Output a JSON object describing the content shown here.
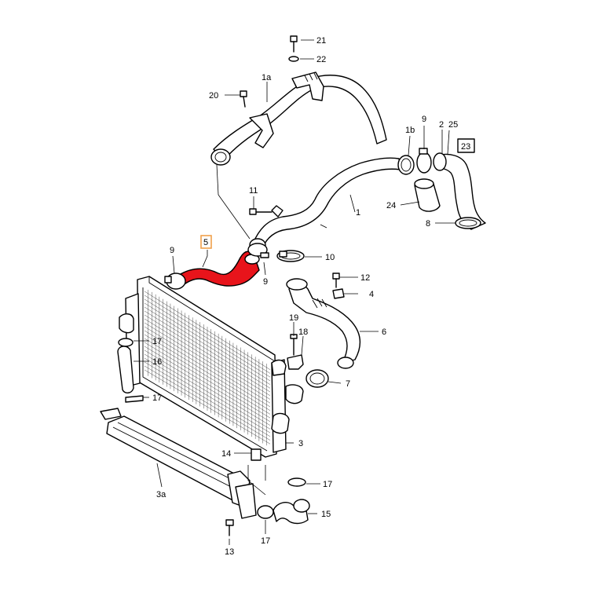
{
  "diagram": {
    "highlight_color": "#e8141b",
    "highlight_box_color": "#f0a04b",
    "callouts": [
      {
        "id": "c21",
        "text": "21"
      },
      {
        "id": "c22",
        "text": "22"
      },
      {
        "id": "c1a",
        "text": "1a"
      },
      {
        "id": "c20",
        "text": "20"
      },
      {
        "id": "c1b",
        "text": "1b"
      },
      {
        "id": "c9a",
        "text": "9"
      },
      {
        "id": "c2",
        "text": "2"
      },
      {
        "id": "c25",
        "text": "25"
      },
      {
        "id": "c23",
        "text": "23"
      },
      {
        "id": "c11",
        "text": "11"
      },
      {
        "id": "c24",
        "text": "24"
      },
      {
        "id": "c1",
        "text": "1"
      },
      {
        "id": "c8",
        "text": "8"
      },
      {
        "id": "c5",
        "text": "5"
      },
      {
        "id": "c9b",
        "text": "9"
      },
      {
        "id": "c10",
        "text": "10"
      },
      {
        "id": "c9c",
        "text": "9"
      },
      {
        "id": "c12",
        "text": "12"
      },
      {
        "id": "c4",
        "text": "4"
      },
      {
        "id": "c19",
        "text": "19"
      },
      {
        "id": "c18",
        "text": "18"
      },
      {
        "id": "c6",
        "text": "6"
      },
      {
        "id": "c17a",
        "text": "17"
      },
      {
        "id": "c16",
        "text": "16"
      },
      {
        "id": "c7",
        "text": "7"
      },
      {
        "id": "c17b",
        "text": "17"
      },
      {
        "id": "c3",
        "text": "3"
      },
      {
        "id": "c14",
        "text": "14"
      },
      {
        "id": "c17c",
        "text": "17"
      },
      {
        "id": "c3a",
        "text": "3a"
      },
      {
        "id": "c15",
        "text": "15"
      },
      {
        "id": "c13",
        "text": "13"
      },
      {
        "id": "c17d",
        "text": "17"
      }
    ]
  }
}
